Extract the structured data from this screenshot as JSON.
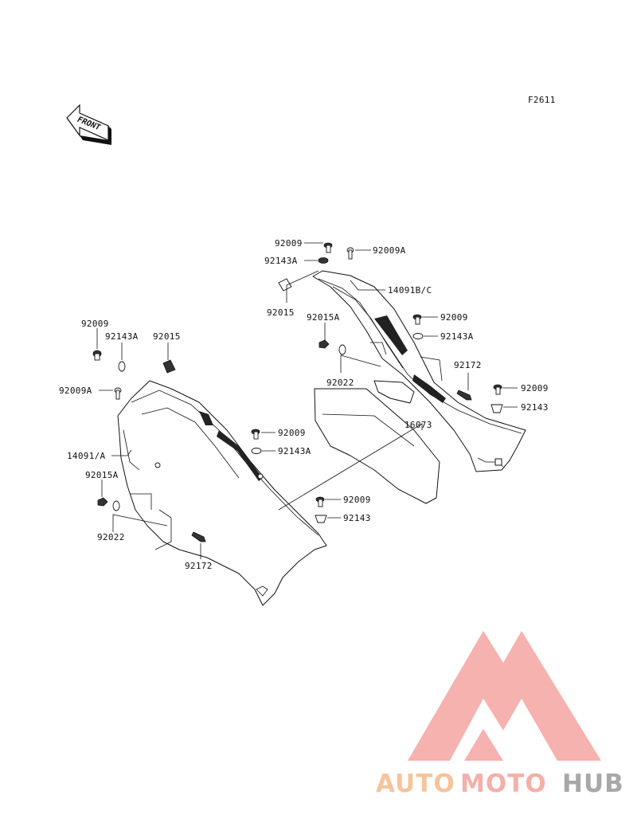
{
  "figure_code": "F2611",
  "front_arrow_text": "FRONT",
  "parts": {
    "p92009_top": "92009",
    "p92009A_top": "92009A",
    "p92143A_top": "92143A",
    "p14091BC": "14091B/C",
    "p92015_top": "92015",
    "p92015A_right": "92015A",
    "p92009_r1": "92009",
    "p92143A_r1": "92143A",
    "p92022_right": "92022",
    "p92172_right": "92172",
    "p92009_r2": "92009",
    "p92143_r2": "92143",
    "p16073": "16073",
    "p92009_left": "92009",
    "p92143A_left": "92143A",
    "p92015_left": "92015",
    "p92009A_left": "92009A",
    "p14091A": "14091/A",
    "p92015A_left": "92015A",
    "p92022_left": "92022",
    "p92172_left": "92172",
    "p92009_mid": "92009",
    "p92143A_mid": "92143A",
    "p92009_low": "92009",
    "p92143_low": "92143"
  },
  "watermark": {
    "word_a": "AUTO",
    "word_b": "MOTO",
    "word_c": "HUB",
    "color_a": "#f6b98a",
    "color_b": "#f3a29b",
    "color_c": "#9a9a9a",
    "logo_color": "#f4a5a0"
  }
}
